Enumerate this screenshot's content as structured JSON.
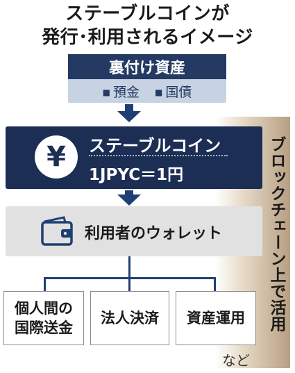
{
  "title": {
    "line1": "ステーブルコインが",
    "line2": "発行･利用されるイメージ"
  },
  "backing_assets": {
    "header": "裏付け資産",
    "items": [
      "預金",
      "国債"
    ]
  },
  "stablecoin": {
    "symbol": "¥",
    "name": "ステーブルコイン",
    "rate": "1JPYC＝1円"
  },
  "wallet": {
    "label": "利用者のウォレット"
  },
  "uses": [
    {
      "line1": "個人間の",
      "line2": "国際送金"
    },
    {
      "line1": "法人決済",
      "line2": ""
    },
    {
      "line1": "資産運用",
      "line2": ""
    }
  ],
  "uses_note": "など",
  "blockchain_label": "ブロックチェーン上で活用",
  "colors": {
    "navy": "#1c2e54",
    "arrow_navy": "#1f3f74",
    "light_blue": "#c7d3e3",
    "wallet_gray": "#e1e1e1",
    "band_tan": "#b79f83"
  }
}
